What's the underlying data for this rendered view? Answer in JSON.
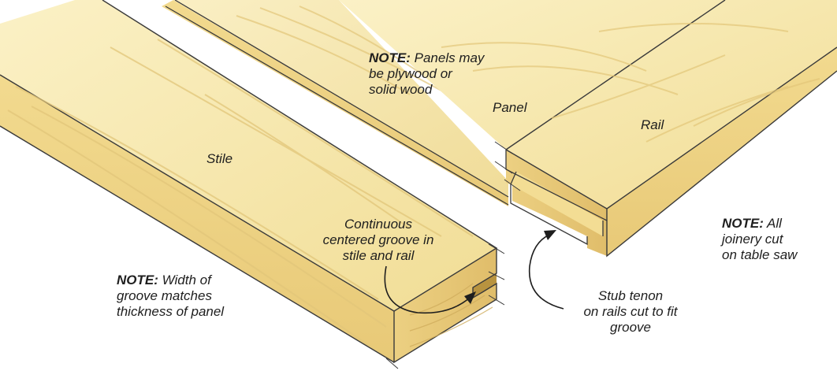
{
  "labels": {
    "note_panels": {
      "prefix": "NOTE:",
      "line1": " Panels may",
      "line2": "be plywood or",
      "line3": "solid wood"
    },
    "panel": "Panel",
    "rail": "Rail",
    "stile": "Stile",
    "groove": {
      "line1": "Continuous",
      "line2": "centered groove in",
      "line3": "stile and rail"
    },
    "note_width": {
      "prefix": "NOTE:",
      "line1": " Width of",
      "line2": "groove matches",
      "line3": "thickness of panel"
    },
    "tenon": {
      "line1": "Stub tenon",
      "line2": "on rails cut to fit",
      "line3": "groove"
    },
    "note_joinery": {
      "prefix": "NOTE:",
      "line1": " All",
      "line2": "joinery cut",
      "line3": "on table saw"
    }
  },
  "colors": {
    "wood_top": "#f6e7a6",
    "wood_side": "#eed486",
    "wood_end": "#e4c272",
    "grain": "#e2c679",
    "outline": "#3a3a3a",
    "text": "#1e1e1e"
  }
}
